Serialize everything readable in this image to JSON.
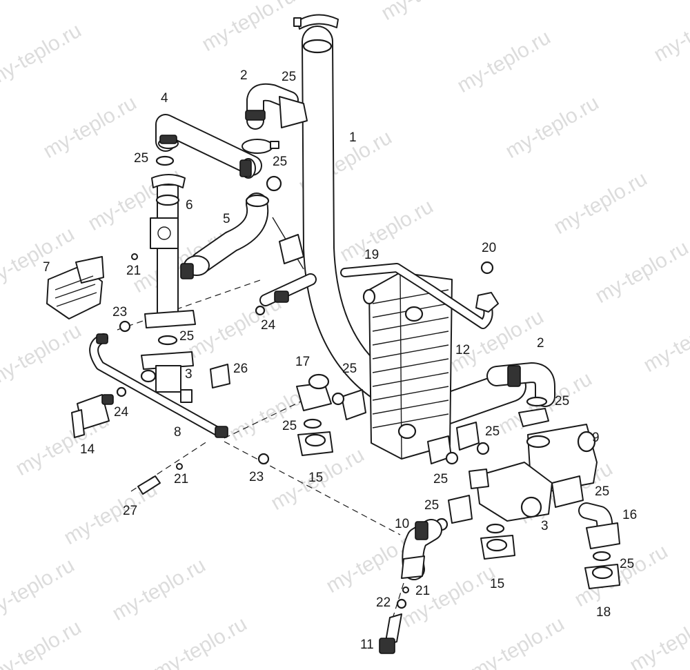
{
  "watermark": {
    "text": "my-teplo.ru",
    "color": "#dcdcdc"
  },
  "callouts": [
    {
      "label": "1"
    },
    {
      "label": "2"
    },
    {
      "label": "2"
    },
    {
      "label": "3"
    },
    {
      "label": "3"
    },
    {
      "label": "4"
    },
    {
      "label": "5"
    },
    {
      "label": "6"
    },
    {
      "label": "7"
    },
    {
      "label": "8"
    },
    {
      "label": "9"
    },
    {
      "label": "10"
    },
    {
      "label": "11"
    },
    {
      "label": "12"
    },
    {
      "label": "14"
    },
    {
      "label": "15"
    },
    {
      "label": "15"
    },
    {
      "label": "16"
    },
    {
      "label": "17"
    },
    {
      "label": "18"
    },
    {
      "label": "19"
    },
    {
      "label": "20"
    },
    {
      "label": "21"
    },
    {
      "label": "21"
    },
    {
      "label": "21"
    },
    {
      "label": "22"
    },
    {
      "label": "23"
    },
    {
      "label": "23"
    },
    {
      "label": "24"
    },
    {
      "label": "24"
    },
    {
      "label": "25"
    },
    {
      "label": "25"
    },
    {
      "label": "25"
    },
    {
      "label": "25"
    },
    {
      "label": "25"
    },
    {
      "label": "25"
    },
    {
      "label": "25"
    },
    {
      "label": "25"
    },
    {
      "label": "25"
    },
    {
      "label": "25"
    },
    {
      "label": "25"
    },
    {
      "label": "25"
    },
    {
      "label": "26"
    },
    {
      "label": "27"
    }
  ]
}
